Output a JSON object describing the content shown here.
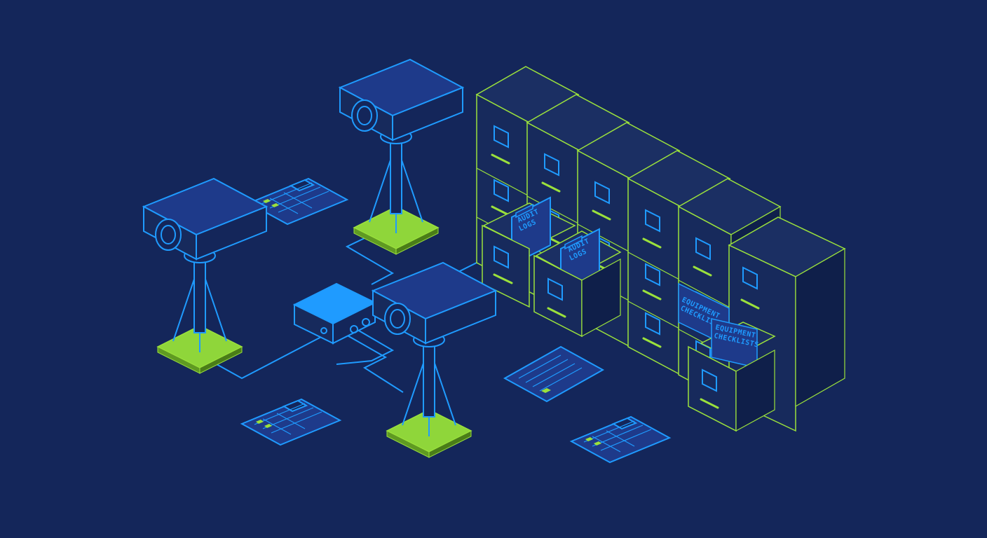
{
  "scene": {
    "background": "#14265a",
    "colors": {
      "blue_line": "#1f9bff",
      "blue_fill": "#1e3a8a",
      "green_line": "#9be13c",
      "green_fill": "#8fd63a",
      "cabinet_fill": "#172a5c",
      "cabinet_side": "#0f1f4a"
    }
  },
  "labels": {
    "audit_logs_1": [
      "AUDIT",
      "LOGS"
    ],
    "audit_logs_2": [
      "AUDIT",
      "LOGS"
    ],
    "equipment_1": [
      "EQUIPMENT",
      "CHECKLISTS"
    ],
    "equipment_2": [
      "EQUIPMENT",
      "CHECKLISTS"
    ]
  },
  "icons": {
    "cameras": [
      "security-camera-icon",
      "security-camera-icon",
      "security-camera-icon"
    ],
    "hub": "network-hub-icon",
    "clipboards": [
      "checklist-clipboard-icon",
      "checklist-clipboard-icon",
      "checklist-clipboard-icon",
      "document-clipboard-icon"
    ],
    "cabinets": "filing-cabinet-icon"
  }
}
